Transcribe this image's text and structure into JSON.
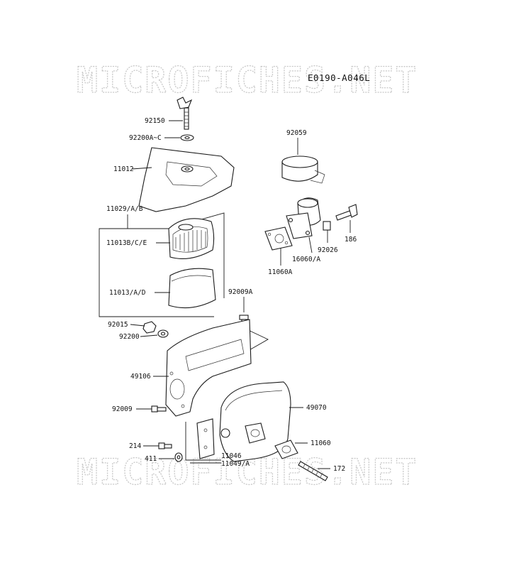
{
  "watermark": {
    "top": "MICROFICHES.NET",
    "bottom": "MICROFICHES.NET"
  },
  "diagram_code": "E0190-A046L",
  "labels": {
    "p92150": "92150",
    "p92200c": "92200A~C",
    "p11012": "11012",
    "p11029": "11029/A/B",
    "p11013bce": "11013B/C/E",
    "p11013ad": "11013/A/D",
    "p92059": "92059",
    "p186": "186",
    "p92026": "92026",
    "p16060": "16060/A",
    "p11060a": "11060A",
    "p92009a": "92009A",
    "p92015": "92015",
    "p92200": "92200",
    "p49106": "49106",
    "p49070": "49070",
    "p92009": "92009",
    "p11060": "11060",
    "p214": "214",
    "p11046": "11046",
    "p411": "411",
    "p11049": "11049/A",
    "p172": "172"
  }
}
